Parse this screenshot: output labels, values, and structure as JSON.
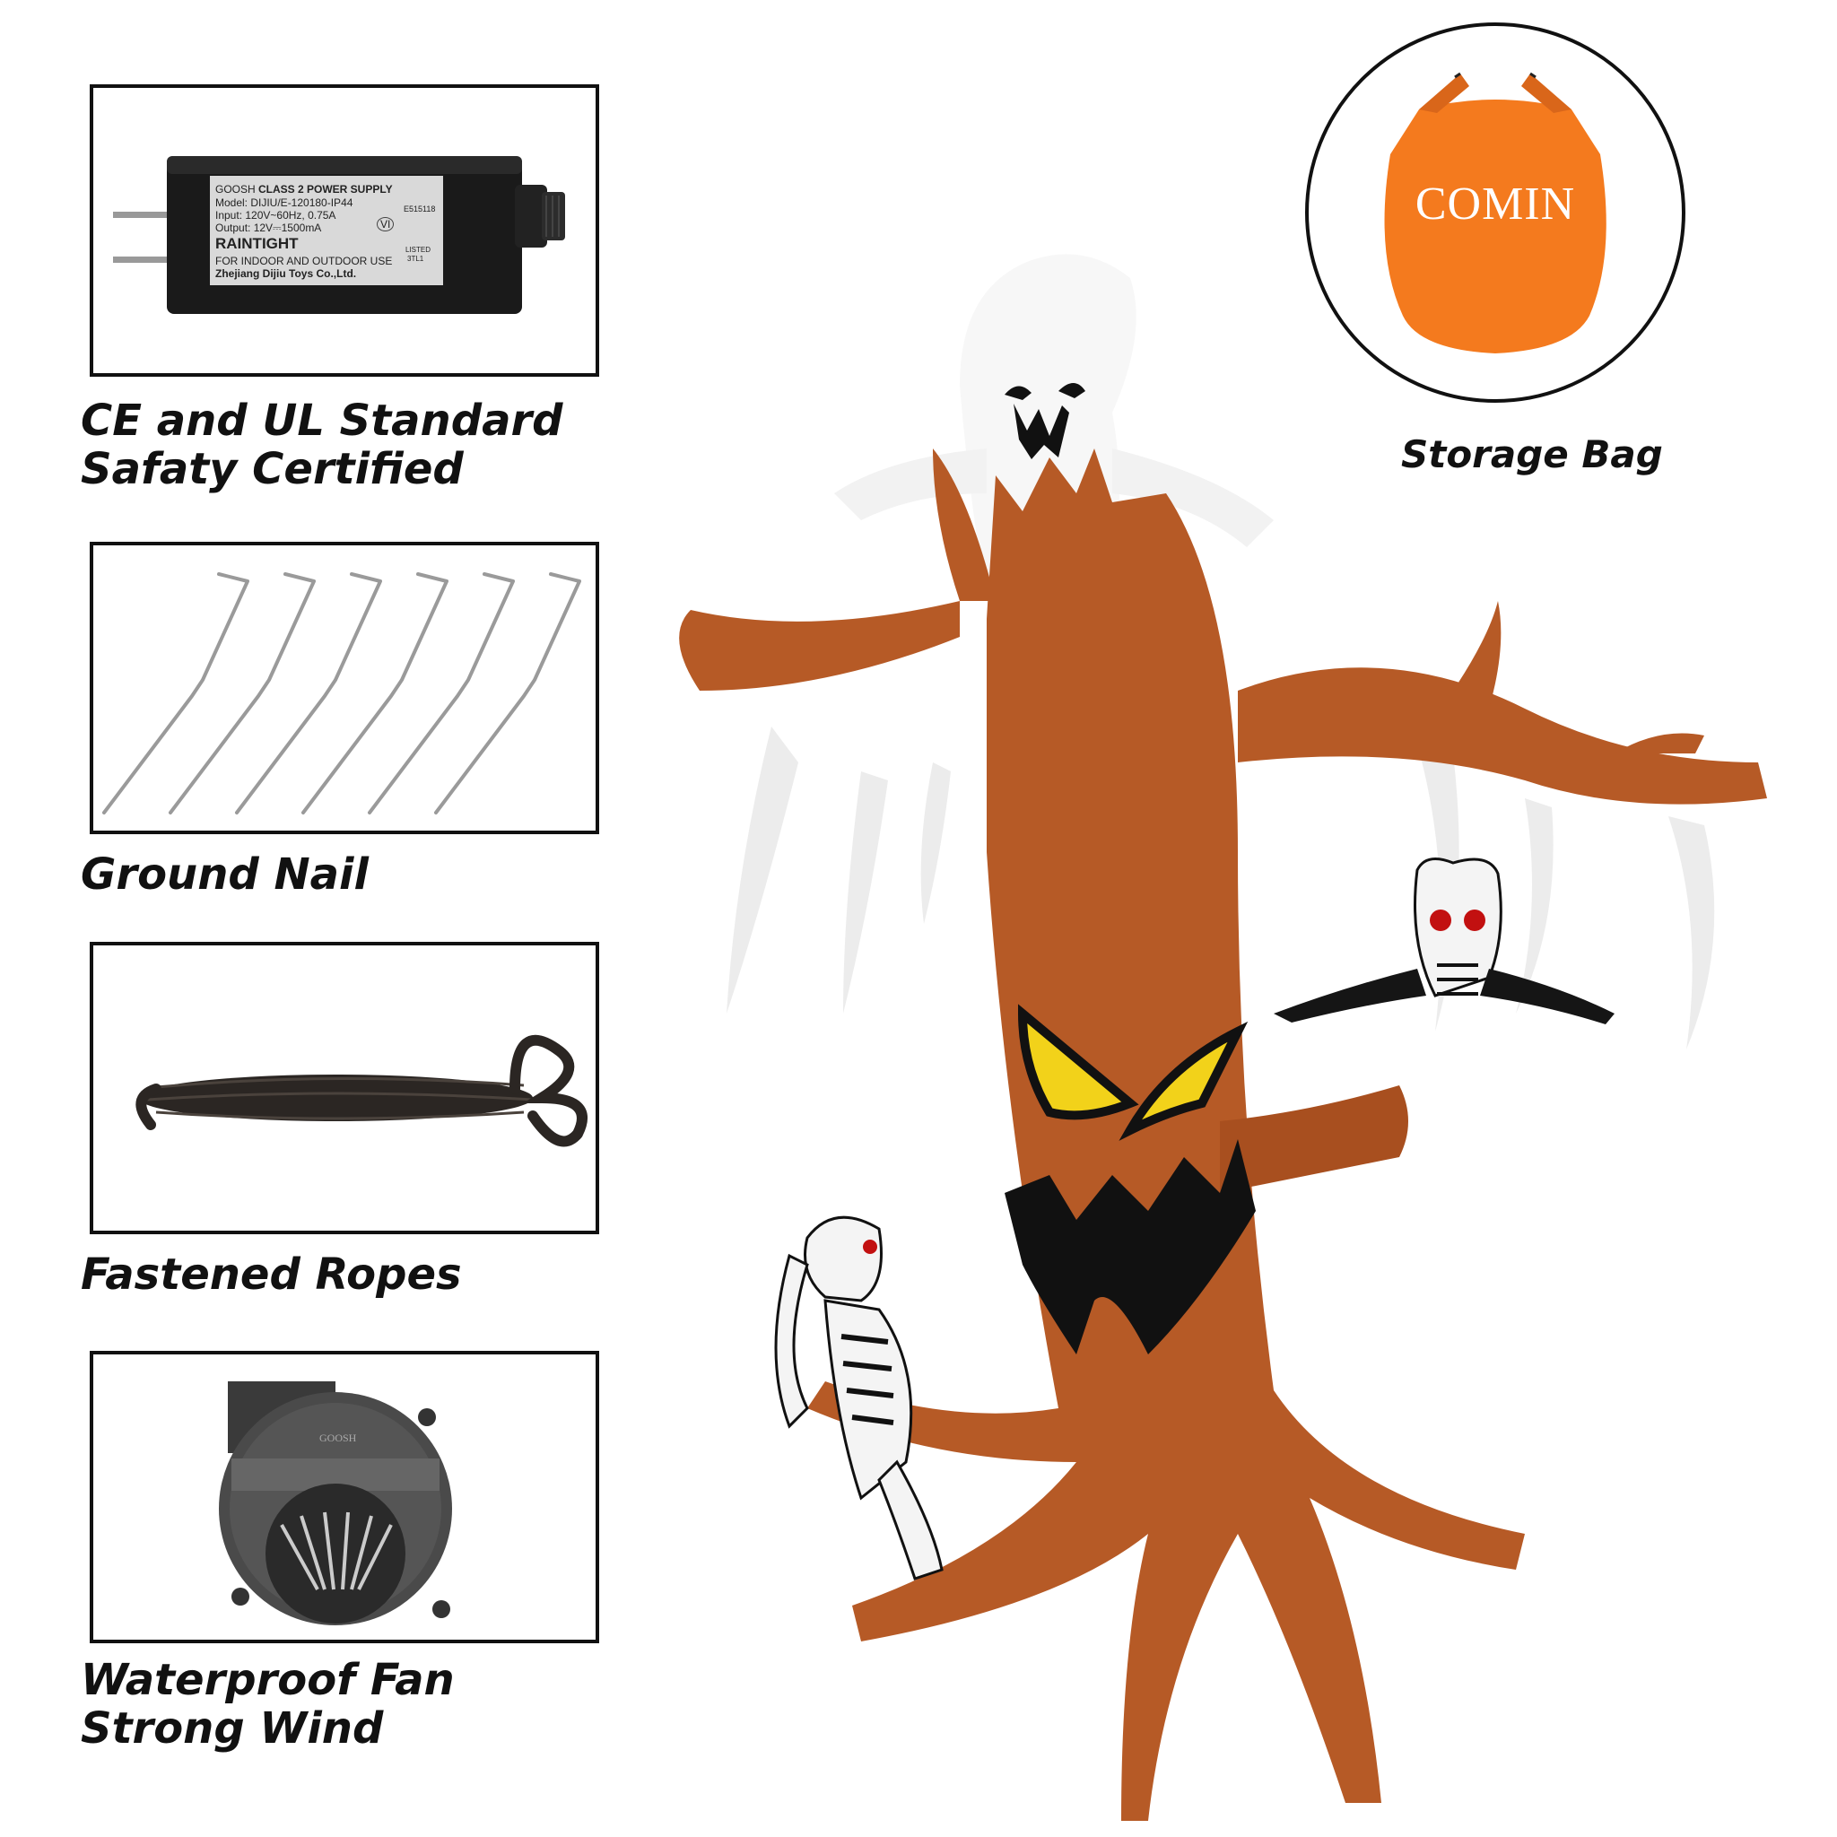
{
  "features": [
    {
      "id": "power",
      "caption": "CE and UL Standard\nSafaty Certified"
    },
    {
      "id": "nails",
      "caption": "Ground Nail"
    },
    {
      "id": "ropes",
      "caption": "Fastened Ropes"
    },
    {
      "id": "fan",
      "caption": "Waterproof Fan\nStrong Wind"
    }
  ],
  "power_supply": {
    "brand": "GOOSH",
    "title": "CLASS 2 POWER SUPPLY",
    "model": "Model: DIJIU/E-120180-IP44",
    "input": "Input: 120V~60Hz, 0.75A",
    "output": "Output: 12V⎓1500mA",
    "rating": "RAINTIGHT",
    "use": "FOR INDOOR AND OUTDOOR USE",
    "maker": "Zhejiang Dijiu Toys Co.,Ltd.",
    "code": "E515118",
    "listed": "LISTED",
    "listed_code": "3TL1",
    "vi": "VI"
  },
  "fan": {
    "brand": "GOOSH"
  },
  "storage_bag": {
    "caption": "Storage Bag",
    "brand": "COMIN"
  },
  "colors": {
    "bag_orange": "#f47a1e",
    "tree_brown": "#b65a26",
    "tree_dark": "#8e4018",
    "eye_yellow": "#f2d21a",
    "ghost_white": "#f7f7f7",
    "ink": "#111111"
  }
}
